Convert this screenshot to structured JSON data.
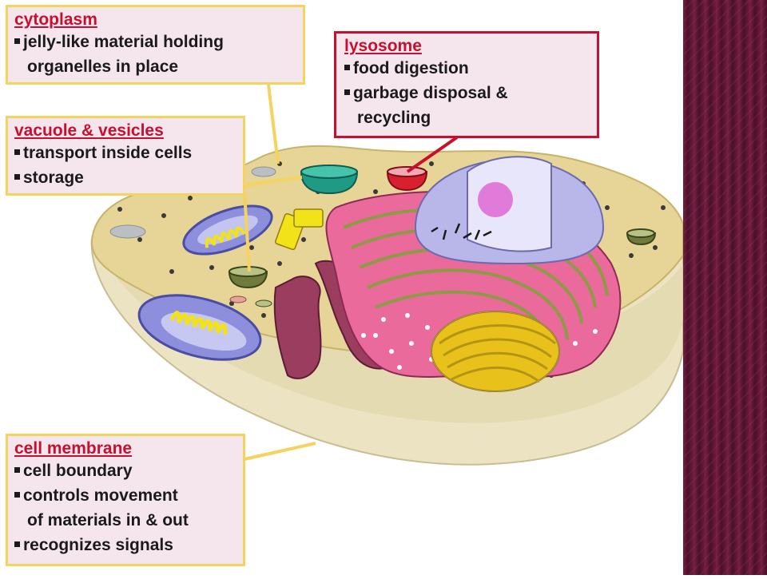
{
  "labels": {
    "cytoplasm": {
      "title": "cytoplasm",
      "lines": [
        "jelly-like material holding",
        "organelles in place"
      ]
    },
    "lysosome": {
      "title": "lysosome",
      "lines": [
        "food digestion",
        "garbage disposal &",
        "recycling"
      ]
    },
    "vacuole": {
      "title": "vacuole & vesicles",
      "lines": [
        "transport inside cells",
        "storage"
      ]
    },
    "membrane": {
      "title": "cell membrane",
      "lines": [
        "cell boundary",
        "controls movement",
        "of materials in & out",
        "recognizes signals"
      ]
    }
  },
  "colors": {
    "title_text": "#c8102e",
    "box_fill": "#f5e6ee",
    "yellow_border": "#f4d35e",
    "red_border": "#c8102e",
    "cytoplasm": "#e6d597",
    "membrane": "#ece3c2",
    "er": "#e96a9b",
    "golgi": "#e8c21a",
    "nucleus": "#c9c6f2",
    "side_band": "#5a1533"
  }
}
